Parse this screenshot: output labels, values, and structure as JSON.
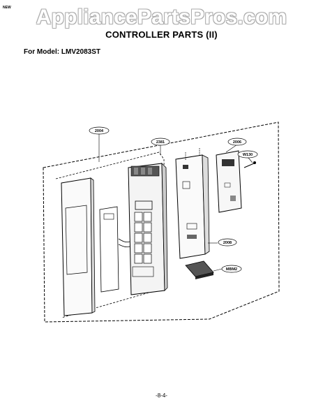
{
  "header": {
    "tag": "NEW",
    "watermark": "AppliancePartsPros.com",
    "title": "CONTROLLER PARTS (II)"
  },
  "model_line": "For Model: LMV2083ST",
  "parts": [
    {
      "id": "p2004",
      "label": "2004"
    },
    {
      "id": "p2381",
      "label": "2381"
    },
    {
      "id": "p2006",
      "label": "2006"
    },
    {
      "id": "pW130",
      "label": "W130"
    },
    {
      "id": "p2008",
      "label": "2008"
    },
    {
      "id": "pMBM2",
      "label": "MBM2"
    }
  ],
  "footer": {
    "page": "-8-4-"
  }
}
